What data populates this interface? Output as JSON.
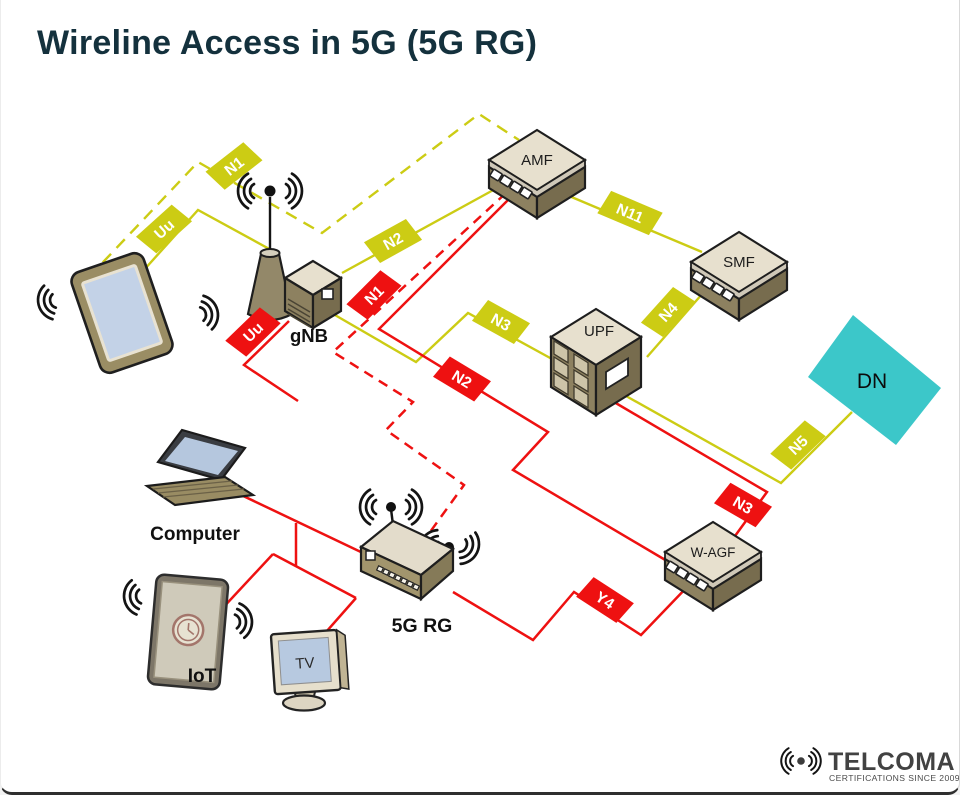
{
  "title": "Wireline Access in 5G (5G RG)",
  "nodes": {
    "gnb": "gNB",
    "amf": "AMF",
    "smf": "SMF",
    "upf": "UPF",
    "dn": "DN",
    "wagf": "W-AGF",
    "rg": "5G RG",
    "computer": "Computer",
    "iot": "IoT",
    "tv": "TV"
  },
  "interfaces": {
    "uu_ue": "Uu",
    "n1_ue": "N1",
    "n2_ue": "N2",
    "n3_ue": "N3",
    "n11": "N11",
    "n4": "N4",
    "n5": "N5",
    "uu_rg": "Uu",
    "n1_rg": "N1",
    "n2_rg": "N2",
    "n3_rg": "N3",
    "y4": "Y4"
  },
  "logo": {
    "brand": "TELCOMA",
    "tagline": "CERTIFICATIONS SINCE 2009"
  },
  "colors": {
    "title_text": "#14313d",
    "ue_line_yellow": "#cccc14",
    "rg_line_red": "#ee1111",
    "dn_fill": "#3cc7c9",
    "box_top": "#e7e0ce",
    "box_side": "#8d8160",
    "logo_text": "#424242"
  }
}
